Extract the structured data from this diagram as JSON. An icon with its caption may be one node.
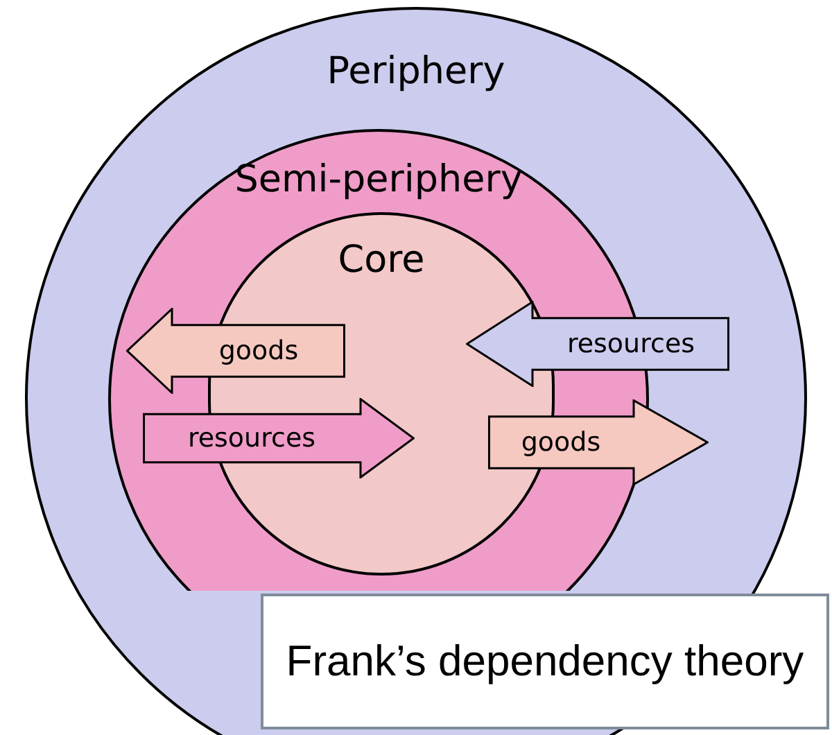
{
  "diagram": {
    "caption": "Frank’s dependency theory",
    "nodes": [
      {
        "text": [
          "Periphery"
        ]
      },
      {
        "text": [
          "Semi-periphery"
        ],
        "in": 0
      },
      {
        "text": [
          "Core"
        ],
        "in": 1
      },
      {
        "text": [
          "goods"
        ],
        "in": 1
      },
      {
        "text": [
          "resources"
        ],
        "in": 1
      },
      {
        "text": [
          "resources"
        ],
        "in": 0
      },
      {
        "text": [
          "goods"
        ],
        "in": 0
      }
    ]
  }
}
